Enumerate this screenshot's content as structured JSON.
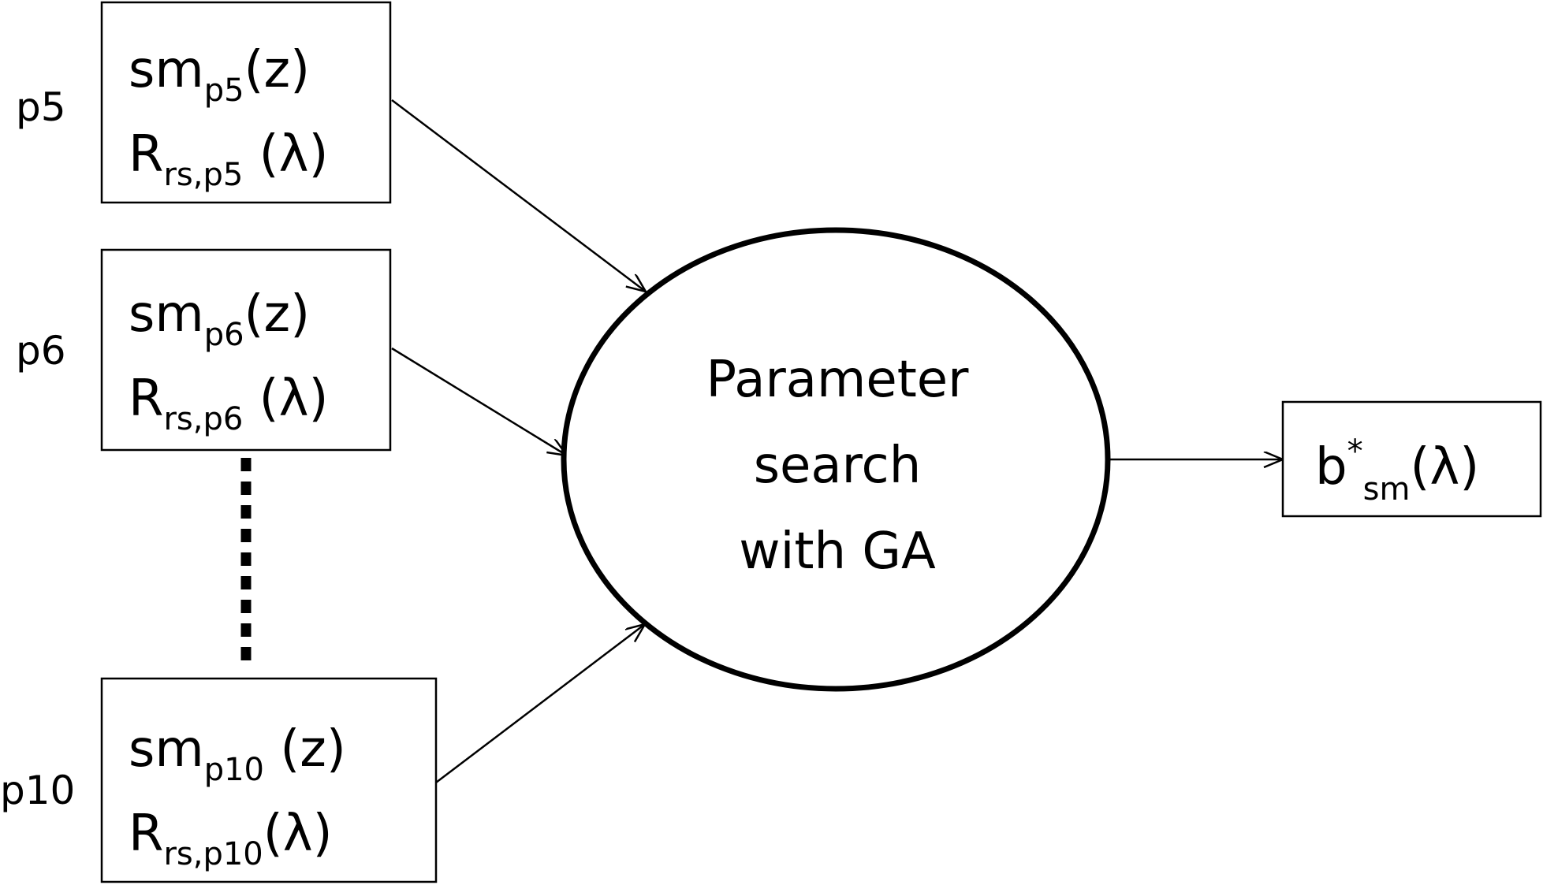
{
  "inputs": [
    {
      "side_label": "p5",
      "line1": {
        "base": "sm",
        "sub": "p5",
        "tail": "(z)"
      },
      "line2": {
        "base": "R",
        "sub": "rs,p5",
        "tail": " (λ)"
      }
    },
    {
      "side_label": "p6",
      "line1": {
        "base": "sm",
        "sub": "p6",
        "tail": "(z)"
      },
      "line2": {
        "base": "R",
        "sub": "rs,p6",
        "tail": " (λ)"
      }
    },
    {
      "side_label": "p10",
      "line1": {
        "base": "sm",
        "sub": "p10",
        "tail": " (z)"
      },
      "line2": {
        "base": "R",
        "sub": "rs,p10",
        "tail": "(λ)"
      }
    }
  ],
  "process": {
    "lines": [
      "Parameter",
      "search",
      "with GA"
    ]
  },
  "output": {
    "base": "b",
    "sup": "*",
    "sub": "sm",
    "tail": "(λ)"
  }
}
